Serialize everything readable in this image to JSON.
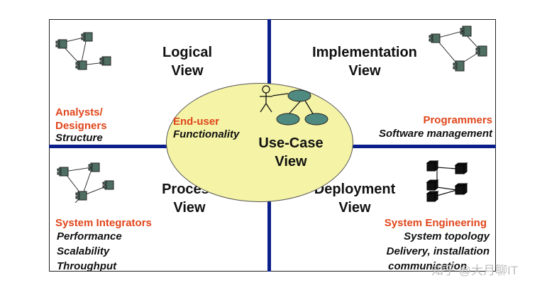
{
  "quadrants": {
    "logical": {
      "title_line1": "Logical",
      "title_line2": "View",
      "stakeholder_line1": "Analysts/",
      "stakeholder_line2": "Designers",
      "concerns": [
        "Structure"
      ]
    },
    "implementation": {
      "title_line1": "Implementation",
      "title_line2": "View",
      "stakeholder": "Programmers",
      "concerns": [
        "Software management"
      ]
    },
    "process": {
      "title_line1": "Process",
      "title_line2": "View",
      "stakeholder": "System Integrators",
      "concerns": [
        "Performance",
        "Scalability",
        "Throughput"
      ]
    },
    "deployment": {
      "title_line1": "Deployment",
      "title_line2": "View",
      "stakeholder": "System Engineering",
      "concerns": [
        "System topology",
        "Delivery, installation",
        "communication"
      ]
    }
  },
  "center": {
    "title_line1": "Use-Case",
    "title_line2": "View",
    "stakeholder": "End-user",
    "concern": "Functionality"
  },
  "colors": {
    "divider": "#0b1f8a",
    "stakeholder_text": "#e0461c",
    "ellipse_fill": "#f4f3a6",
    "component": "#4f6f63"
  },
  "watermark": "知乎 @大月聊IT"
}
